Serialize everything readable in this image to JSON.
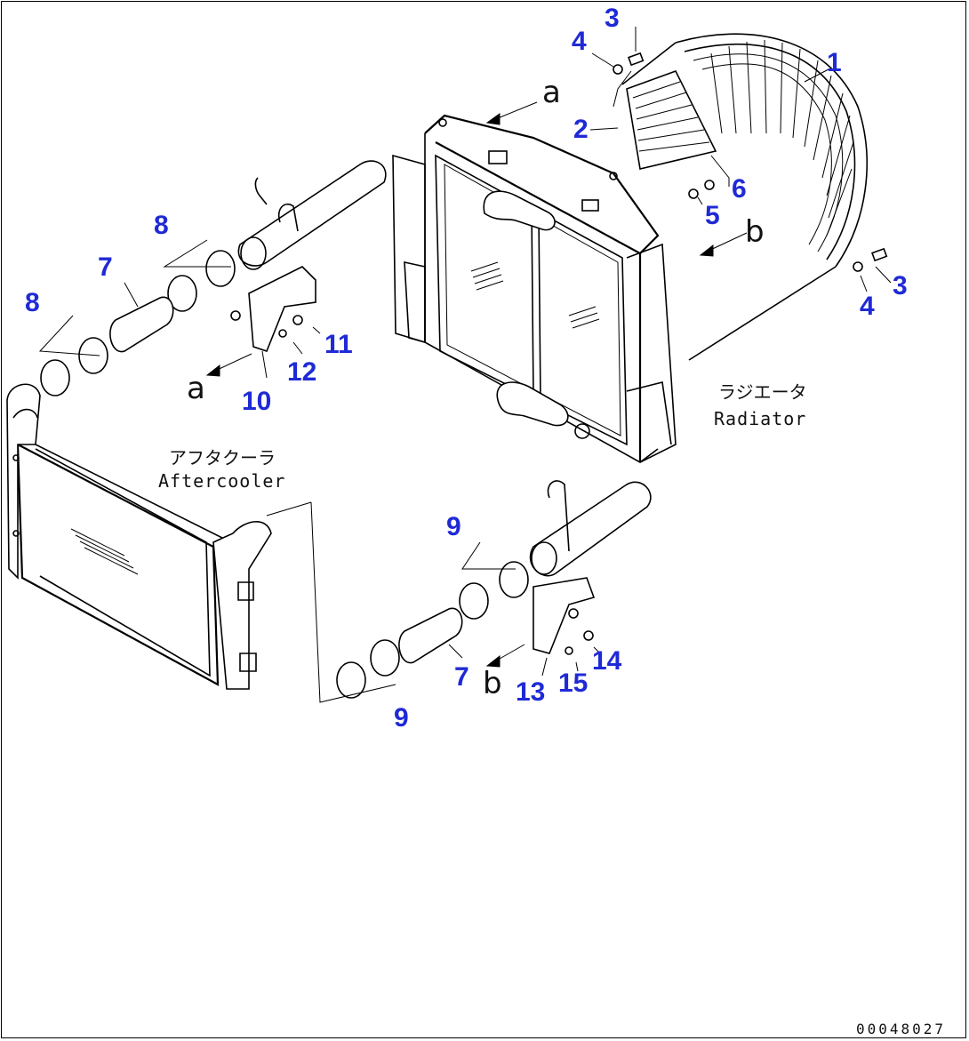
{
  "callouts": {
    "c1": "1",
    "c2": "2",
    "c3_top": "3",
    "c3_right": "3",
    "c4_top": "4",
    "c4_right": "4",
    "c5": "5",
    "c6": "6",
    "c7_left": "7",
    "c7_lower": "7",
    "c8_upper": "8",
    "c8_left": "8",
    "c9_upper": "9",
    "c9_lower": "9",
    "c10": "10",
    "c11": "11",
    "c12": "12",
    "c13": "13",
    "c14": "14",
    "c15": "15"
  },
  "labels": {
    "radiator_jp": "ラジエータ",
    "radiator_en": "Radiator",
    "aftercooler_jp": "アフタクーラ",
    "aftercooler_en": "Aftercooler",
    "ref_a_top": "a",
    "ref_a_left": "a",
    "ref_b_right": "b",
    "ref_b_lower": "b"
  },
  "document_number": "00048027",
  "colors": {
    "callout": "#1f2ad6",
    "line": "#000000",
    "background": "#ffffff"
  }
}
